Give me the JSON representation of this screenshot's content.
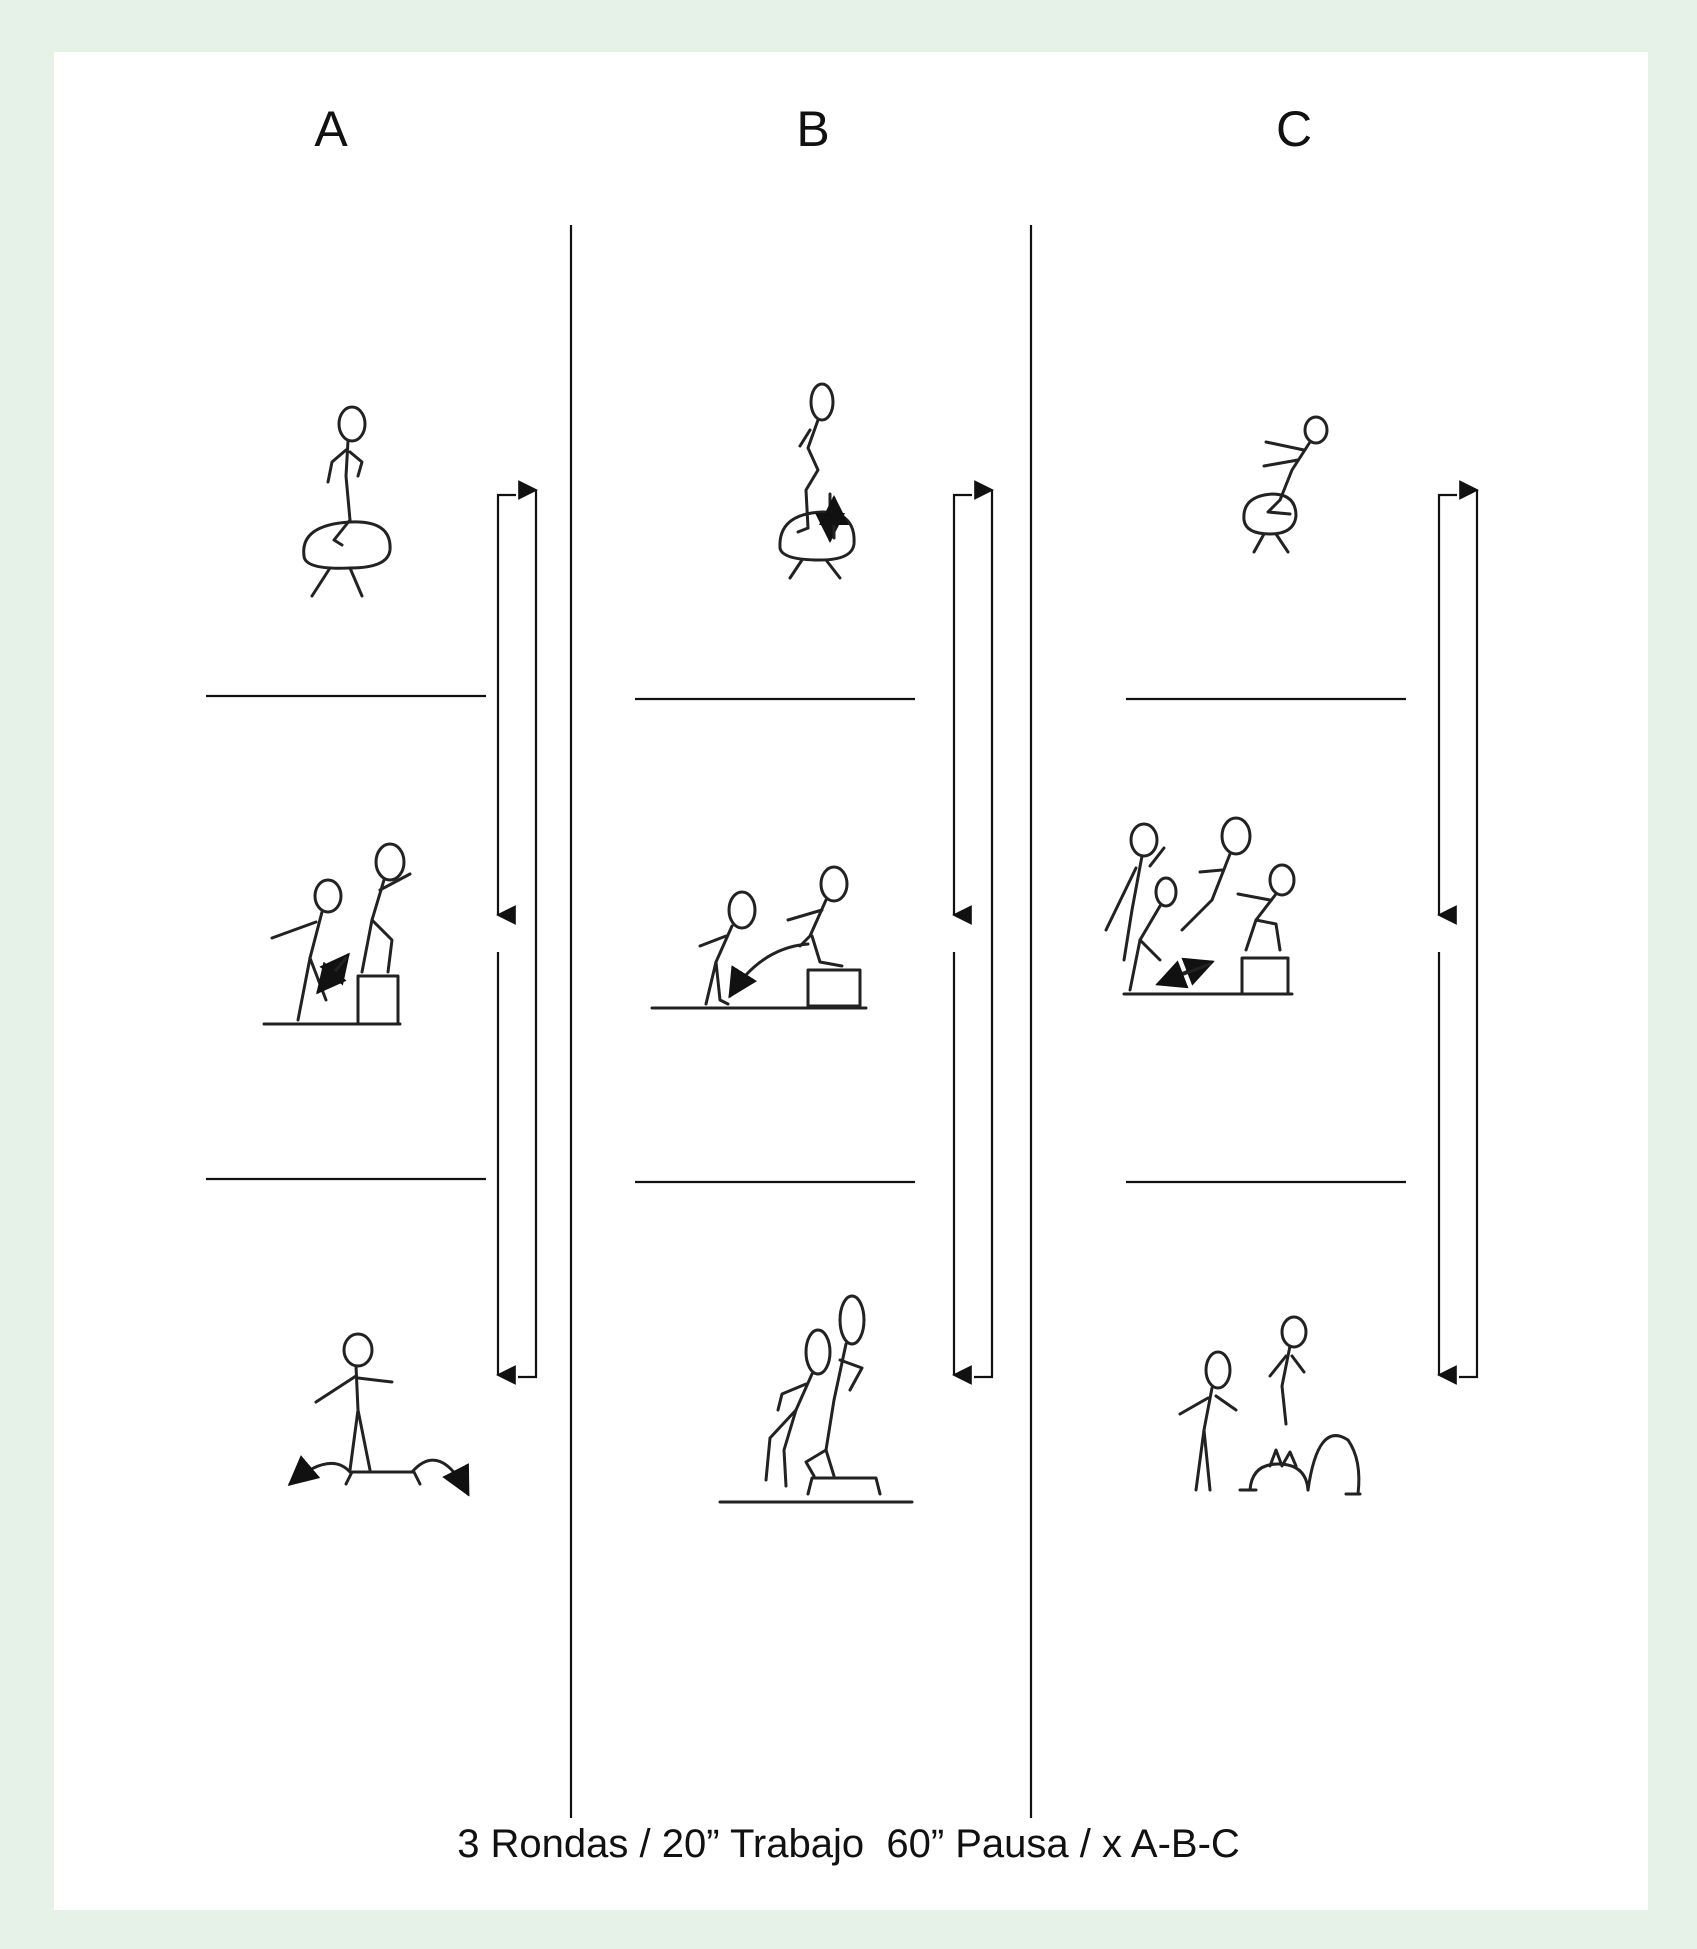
{
  "columns": [
    {
      "label": "A"
    },
    {
      "label": "B"
    },
    {
      "label": "C"
    }
  ],
  "caption": "3 Rondas / 20” Trabajo  60” Pausa / x A-B-C",
  "colors": {
    "frame": "#e6f1e7",
    "panel": "#ffffff",
    "ink": "#111111"
  }
}
